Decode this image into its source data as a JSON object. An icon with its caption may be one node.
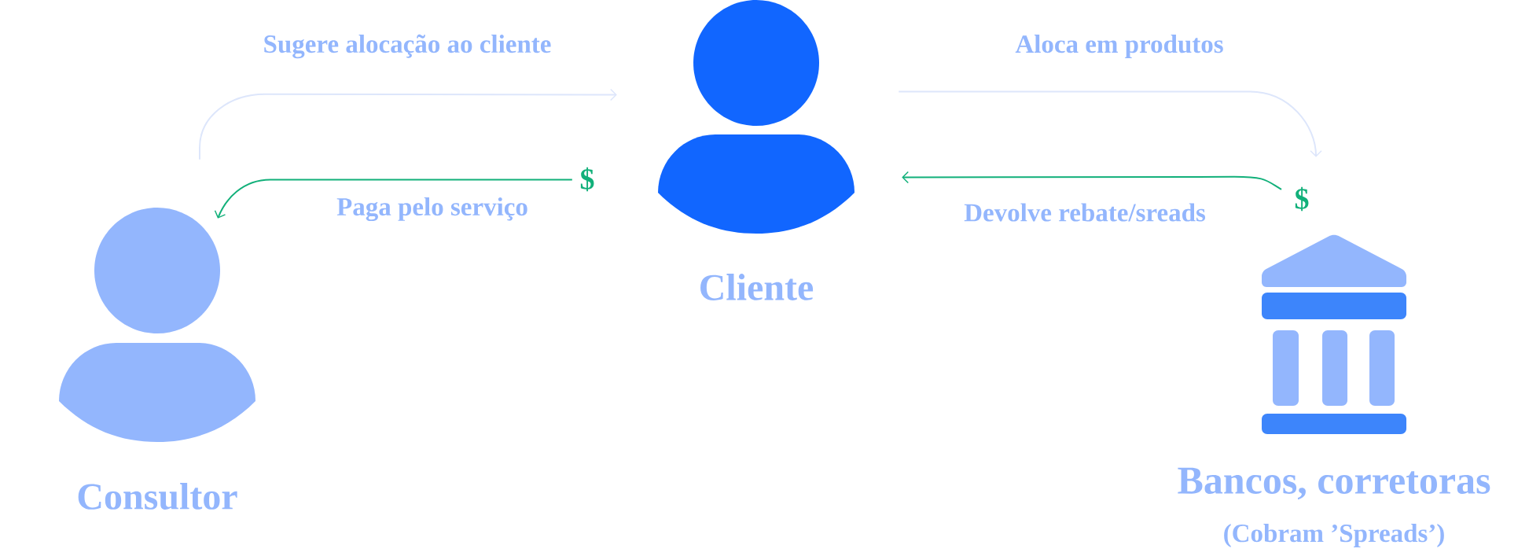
{
  "diagram": {
    "nodes": [
      {
        "text": [
          "Cliente"
        ]
      },
      {
        "text": [
          "Consultor"
        ]
      },
      {
        "text": [
          "Bancos, corretoras",
          "(Cobram ’Spreads’)"
        ]
      }
    ],
    "edges": [
      {
        "from": 1,
        "to": 0,
        "arrow": "to",
        "label": "Sugere alocação ao cliente",
        "color": "#dde6fb"
      },
      {
        "from": 0,
        "to": 2,
        "arrow": "to",
        "label": "Aloca em produtos",
        "color": "#dde6fb"
      },
      {
        "from": 0,
        "to": 1,
        "arrow": "to",
        "label": "Paga pelo serviço",
        "color": "#12b07a"
      },
      {
        "from": 2,
        "to": 0,
        "arrow": "to",
        "label": "Devolve rebate/sreads",
        "color": "#12b07a"
      }
    ],
    "labels": [
      "$",
      "$"
    ]
  }
}
